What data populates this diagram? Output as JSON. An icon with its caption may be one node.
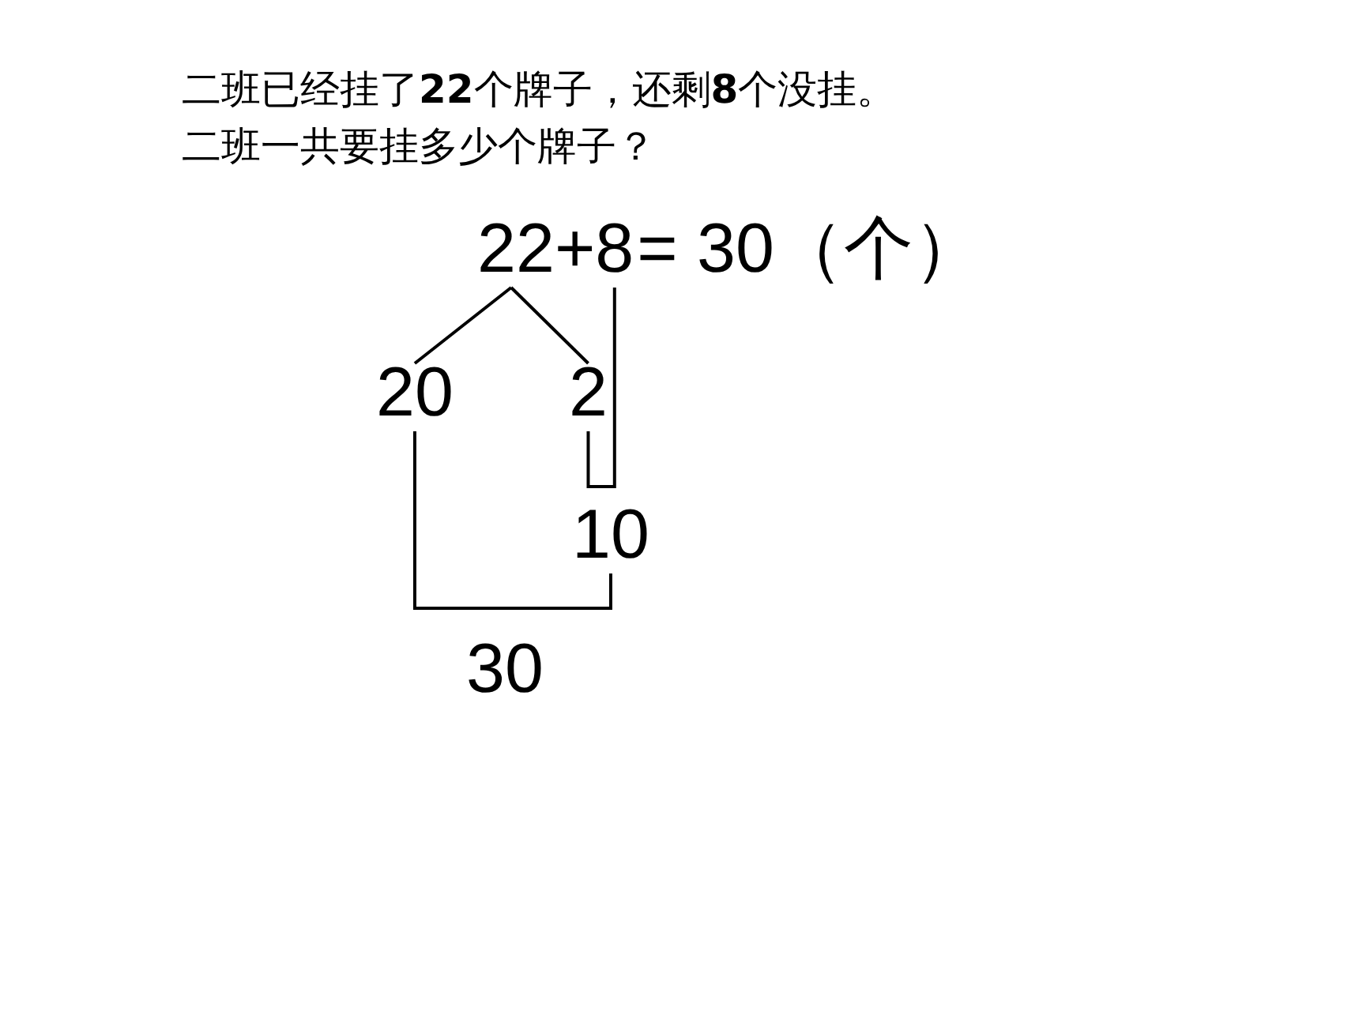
{
  "diagram": {
    "nodes": [
      {
        "text": [
          "22"
        ]
      },
      {
        "text": [
          "8"
        ]
      },
      {
        "text": [
          "20"
        ]
      },
      {
        "text": [
          "2"
        ]
      },
      {
        "text": [
          "10"
        ]
      },
      {
        "text": [
          "30"
        ]
      }
    ],
    "edges": [
      {
        "from": 0,
        "to": 2,
        "arrow": "none"
      },
      {
        "from": 0,
        "to": 3,
        "arrow": "none"
      },
      {
        "from": 3,
        "to": 1,
        "arrow": "none"
      },
      {
        "from": 2,
        "to": 4,
        "arrow": "none"
      }
    ],
    "labels": [
      "二班已经挂了**22**个牌子，还剩**8**个没挂。",
      "二班一共要挂多少个牌子？",
      "+",
      "= 30（个）"
    ]
  }
}
